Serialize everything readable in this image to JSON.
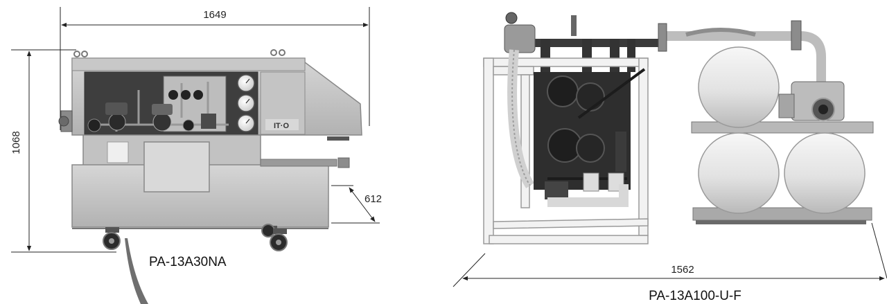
{
  "left_product": {
    "model": "PA-13A30NA",
    "logo_text": "IT·O",
    "dimensions": {
      "width": "1649",
      "height": "1068",
      "depth": "612"
    }
  },
  "right_product": {
    "model": "PA-13A100-U-F",
    "dimensions": {
      "width": "1562"
    }
  }
}
